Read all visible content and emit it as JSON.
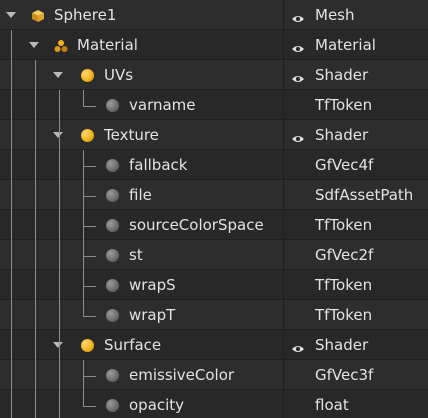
{
  "tree": {
    "rows": [
      {
        "label": "Sphere1",
        "type": "Mesh",
        "depth": 0,
        "icon": "cube-icon",
        "expandable": true,
        "visible_toggle": true
      },
      {
        "label": "Material",
        "type": "Material",
        "depth": 1,
        "icon": "material-icon",
        "expandable": true,
        "visible_toggle": true
      },
      {
        "label": "UVs",
        "type": "Shader",
        "depth": 2,
        "icon": "shader-orange-dot-icon",
        "expandable": true,
        "visible_toggle": true
      },
      {
        "label": "varname",
        "type": "TfToken",
        "depth": 3,
        "icon": "attribute-gray-dot-icon",
        "expandable": false,
        "visible_toggle": false
      },
      {
        "label": "Texture",
        "type": "Shader",
        "depth": 2,
        "icon": "shader-orange-dot-icon",
        "expandable": true,
        "visible_toggle": true
      },
      {
        "label": "fallback",
        "type": "GfVec4f",
        "depth": 3,
        "icon": "attribute-gray-dot-icon",
        "expandable": false,
        "visible_toggle": false
      },
      {
        "label": "file",
        "type": "SdfAssetPath",
        "depth": 3,
        "icon": "attribute-gray-dot-icon",
        "expandable": false,
        "visible_toggle": false
      },
      {
        "label": "sourceColorSpace",
        "type": "TfToken",
        "depth": 3,
        "icon": "attribute-gray-dot-icon",
        "expandable": false,
        "visible_toggle": false
      },
      {
        "label": "st",
        "type": "GfVec2f",
        "depth": 3,
        "icon": "attribute-gray-dot-icon",
        "expandable": false,
        "visible_toggle": false
      },
      {
        "label": "wrapS",
        "type": "TfToken",
        "depth": 3,
        "icon": "attribute-gray-dot-icon",
        "expandable": false,
        "visible_toggle": false
      },
      {
        "label": "wrapT",
        "type": "TfToken",
        "depth": 3,
        "icon": "attribute-gray-dot-icon",
        "expandable": false,
        "visible_toggle": false
      },
      {
        "label": "Surface",
        "type": "Shader",
        "depth": 2,
        "icon": "shader-orange-dot-icon",
        "expandable": true,
        "visible_toggle": true
      },
      {
        "label": "emissiveColor",
        "type": "GfVec3f",
        "depth": 3,
        "icon": "attribute-gray-dot-icon",
        "expandable": false,
        "visible_toggle": false
      },
      {
        "label": "opacity",
        "type": "float",
        "depth": 3,
        "icon": "attribute-gray-dot-icon",
        "expandable": false,
        "visible_toggle": false
      }
    ]
  },
  "colors": {
    "background": "#2b2b2b",
    "text": "#e3e3e3",
    "shader_dot": "#f3b31d",
    "attribute_dot": "#6e6e6e",
    "mesh_icon": "#e8b53a"
  }
}
